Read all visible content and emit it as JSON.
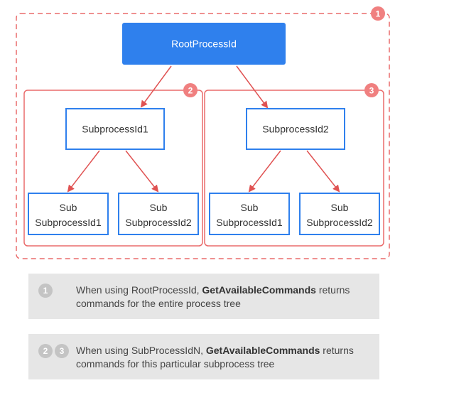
{
  "diagram": {
    "root": {
      "label": "RootProcessId"
    },
    "groups": [
      {
        "badge": "1"
      },
      {
        "badge": "2"
      },
      {
        "badge": "3"
      }
    ],
    "subprocesses": [
      {
        "label": "SubprocessId1"
      },
      {
        "label": "SubprocessId2"
      }
    ],
    "subsub": [
      {
        "line1": "Sub",
        "line2": "SubprocessId1"
      },
      {
        "line1": "Sub",
        "line2": "SubprocessId2"
      },
      {
        "line1": "Sub",
        "line2": "SubprocessId1"
      },
      {
        "line1": "Sub",
        "line2": "SubprocessId2"
      }
    ]
  },
  "notes": [
    {
      "badges": [
        "1"
      ],
      "text_before": "When using RootProcessId, ",
      "text_bold": "GetAvailableCommands",
      "text_after": " returns commands for the entire process tree"
    },
    {
      "badges": [
        "2",
        "3"
      ],
      "text_before": "When using SubProcessIdN, ",
      "text_bold": "GetAvailableCommands",
      "text_after": " returns commands for this particular subprocess tree"
    }
  ],
  "colors": {
    "root_fill": "#2f80ed",
    "box_stroke": "#2f80ed",
    "group_stroke": "#ea6b6b",
    "arrow": "#e05252",
    "badge_fill": "#f08080",
    "note_bg": "#e6e6e6",
    "note_badge": "#c4c4c4"
  }
}
